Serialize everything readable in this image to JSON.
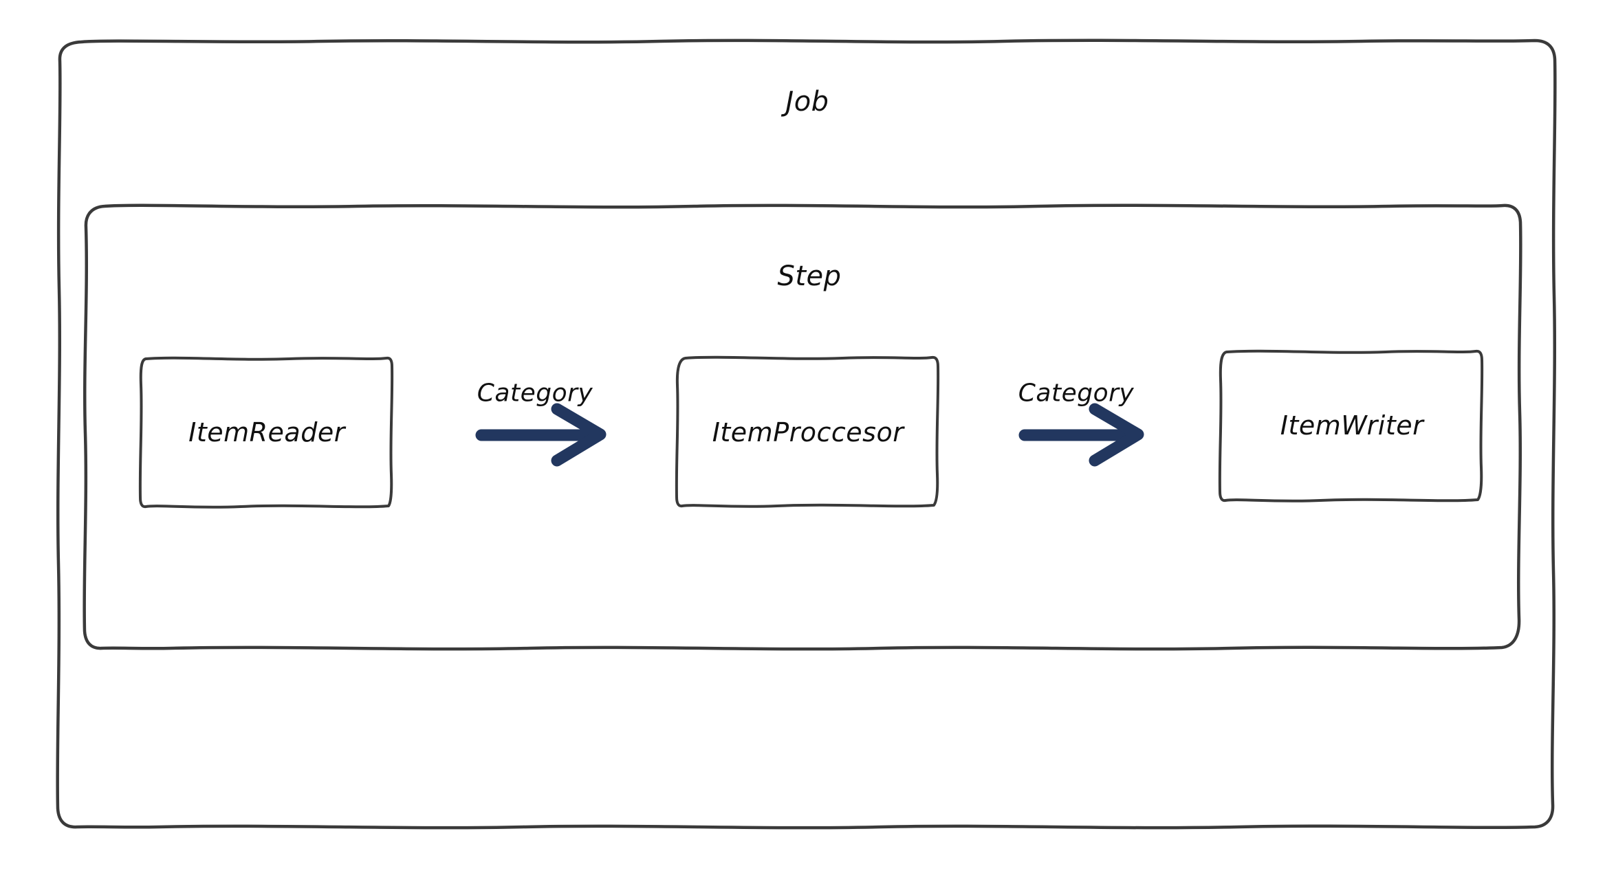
{
  "diagram": {
    "type": "flowchart",
    "style": "hand-drawn-sketch",
    "background_color": "#ffffff",
    "stroke_color": "#3a3a3a",
    "accent_color": "#22375f",
    "text_color": "#101010",
    "outer_container": {
      "label": "Job",
      "label_position": "top-center"
    },
    "inner_container": {
      "label": "Step",
      "label_position": "top-center"
    },
    "nodes": [
      {
        "id": "item-reader",
        "label": "ItemReader"
      },
      {
        "id": "item-proccesor",
        "label": "ItemProccesor"
      },
      {
        "id": "item-writer",
        "label": "ItemWriter"
      }
    ],
    "edges": [
      {
        "id": "edge-reader-to-proccesor",
        "label": "Category",
        "from": "item-reader",
        "to": "item-proccesor",
        "direction": "right"
      },
      {
        "id": "edge-proccesor-to-writer",
        "label": "Category",
        "from": "item-proccesor",
        "to": "item-writer",
        "direction": "right"
      }
    ]
  }
}
